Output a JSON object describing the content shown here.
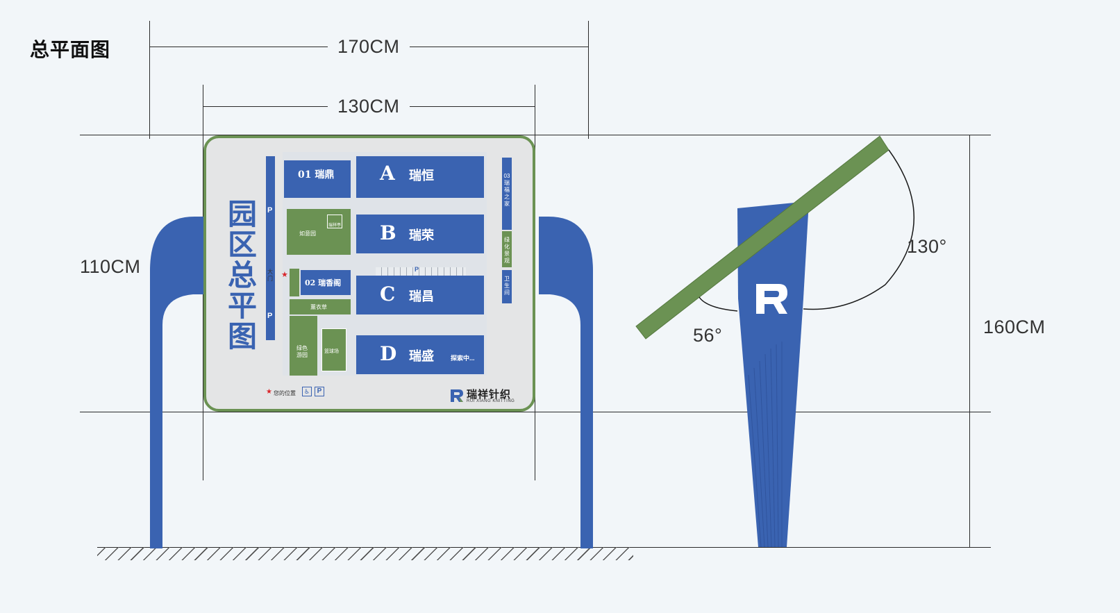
{
  "page_title": "总平面图",
  "dimensions": {
    "outer_width": "170CM",
    "board_width": "130CM",
    "board_height": "110CM",
    "total_height": "160CM",
    "angle_top": "130°",
    "angle_bottom": "56°"
  },
  "board": {
    "title": "园区总平图",
    "buildings": [
      {
        "id": "A",
        "name": "瑞恒"
      },
      {
        "id": "B",
        "name": "瑞荣"
      },
      {
        "id": "C",
        "name": "瑞昌"
      },
      {
        "id": "D",
        "name": "瑞盛"
      }
    ],
    "labels": {
      "b01": "01 瑞鼎",
      "b02": "02 瑞香阁",
      "b03": "03瑞福之家",
      "green_strip": "绿化景观",
      "pavilion": "如意园",
      "square": "瑞祥亭",
      "lavender": "薰衣草",
      "garden": "绿色游园",
      "court": "篮球场",
      "explore": "探索中...",
      "gate": "大门",
      "park": "P",
      "toilet_side": "卫生间",
      "you_are_here": "您的位置"
    },
    "brand": {
      "name": "瑞祥针织",
      "subtitle": "RUI XIANG KNITTING"
    }
  },
  "colors": {
    "blue": "#3a63b1",
    "green": "#6b9253",
    "board_bg": "#e4e5e6",
    "background": "#f2f6f9",
    "marker": "#d9262b"
  }
}
